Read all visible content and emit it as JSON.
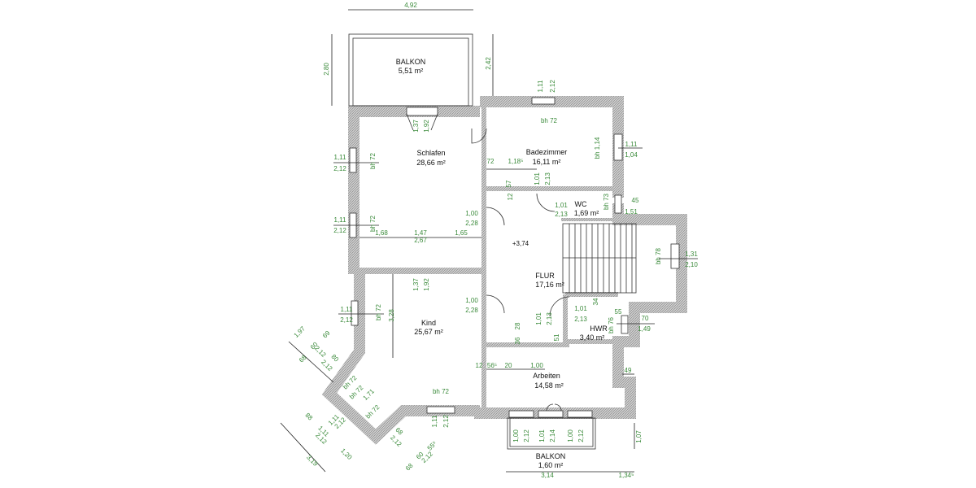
{
  "rooms": [
    {
      "name": "BALKON",
      "area": "5,51 m²"
    },
    {
      "name": "Schlafen",
      "area": "28,66 m²"
    },
    {
      "name": "Badezimmer",
      "area": "16,11 m²"
    },
    {
      "name": "WC",
      "area": "1,69 m²"
    },
    {
      "name": "FLUR",
      "area": "17,16 m²"
    },
    {
      "name": "Kind",
      "area": "25,67 m²"
    },
    {
      "name": "HWR",
      "area": "3,40 m²"
    },
    {
      "name": "Arbeiten",
      "area": "14,58 m²"
    },
    {
      "name": "BALKON",
      "area": "1,60 m²"
    }
  ],
  "dims": [
    "4,92",
    "2,80",
    "2,42",
    "1,11",
    "2,12",
    "bh 72",
    "1,37",
    "1,92",
    "1,11",
    "2,12",
    "bh 72",
    "72",
    "1,18⁵",
    "bh 1,14",
    "1,11",
    "1,04",
    "57",
    "12",
    "1,01",
    "2,13",
    "1,01",
    "2,13",
    "bh 73",
    "45",
    "1,51",
    "1,11",
    "2,12",
    "bh 72",
    "1,00",
    "2,28",
    "1,68",
    "1,47",
    "1,65",
    "2,67",
    "+3,74",
    "bh 78",
    "1,31",
    "2,10",
    "1,37",
    "1,92",
    "1,00",
    "2,28",
    "1,11",
    "2,12",
    "bh 72",
    "3,28",
    "1,01",
    "2,13",
    "1,01",
    "2,13",
    "34",
    "55",
    "bh 76",
    "70",
    "1,49",
    "28",
    "36",
    "51",
    "12",
    "56⁵",
    "20",
    "1,00",
    "49",
    "bh 72",
    "1,11",
    "2,12",
    "1,00",
    "2,12",
    "1,01",
    "2,14",
    "1,00",
    "2,12",
    "1,07",
    "3,14",
    "1,34⁵"
  ],
  "bay_dims": [
    "1,97",
    "69",
    "60",
    "68",
    "2,12",
    "80",
    "2,12",
    "bh 72",
    "bh 72",
    "1,71",
    "bh 72",
    "1,11",
    "2,12",
    "88",
    "1,11",
    "2,12",
    "1,20",
    "3,19",
    "68",
    "60",
    "55⁵",
    "2,12",
    "68",
    "2,12"
  ],
  "colors": {
    "dimension_text": "#3a8a3a",
    "wall_hatch": "#9a9a9a",
    "lines": "#222222"
  }
}
